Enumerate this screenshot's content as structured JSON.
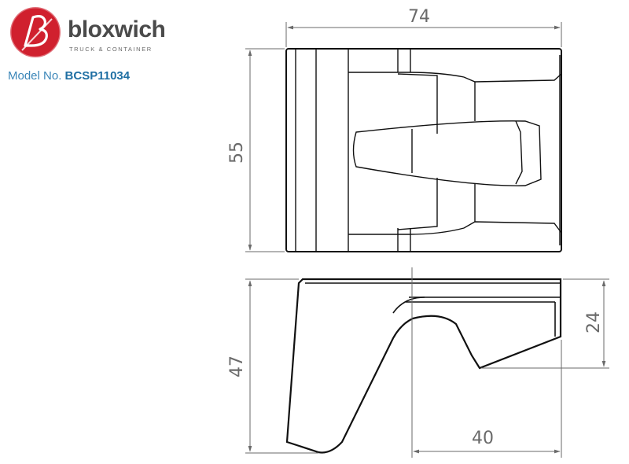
{
  "brand": {
    "name": "bloxwich",
    "tagline": "TRUCK & CONTAINER",
    "logo_icon": "bloxwich-b-logo-icon",
    "colors": {
      "logo_red": "#d0202e",
      "text_gray": "#4a4a4a",
      "model_blue": "#3b86b8"
    }
  },
  "model": {
    "label": "Model No.",
    "number": "BCSP11034"
  },
  "dimensions": {
    "top_width": "74",
    "top_height": "55",
    "side_height": "47",
    "side_right_height": "24",
    "side_bottom_width": "40"
  }
}
